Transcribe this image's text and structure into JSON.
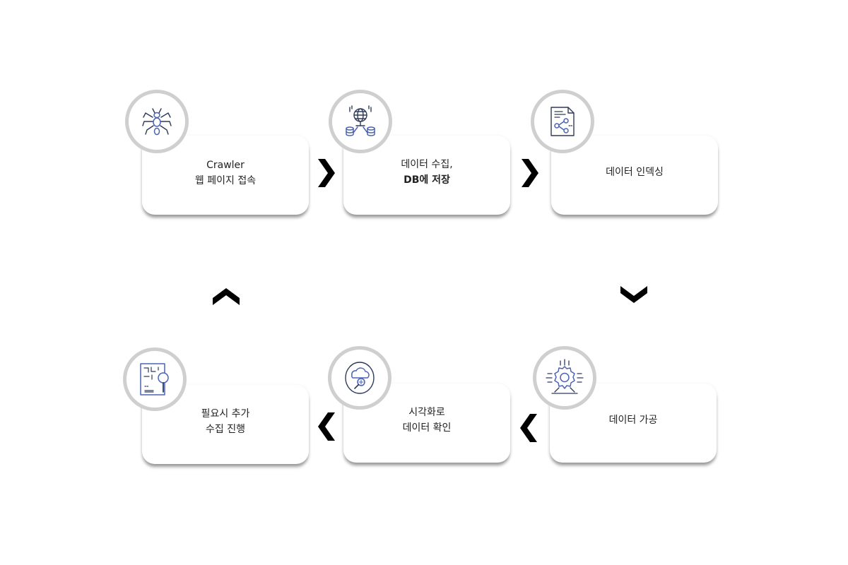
{
  "steps": [
    {
      "id": "crawl",
      "lines": [
        "Crawler",
        "웹 페이지 접속"
      ],
      "icon": "spider-icon"
    },
    {
      "id": "collect",
      "lines": [
        "데이터 수집,",
        "DB에 저장"
      ],
      "icon": "globe-database-icon"
    },
    {
      "id": "index",
      "lines": [
        "데이터 인덱싱"
      ],
      "icon": "document-share-icon"
    },
    {
      "id": "process",
      "lines": [
        "데이터 가공"
      ],
      "icon": "gear-circuit-icon"
    },
    {
      "id": "visualize",
      "lines": [
        "시각화로",
        "데이터 확인"
      ],
      "icon": "cloud-search-icon"
    },
    {
      "id": "extra",
      "lines": [
        "필요시 추가",
        "수집 진행"
      ],
      "icon": "board-magnifier-icon"
    }
  ],
  "colors": {
    "icon_stroke": "#4a63b5",
    "icon_dark": "#2e3a59",
    "ring": "#cfcfcf",
    "arrow": "#000000"
  }
}
